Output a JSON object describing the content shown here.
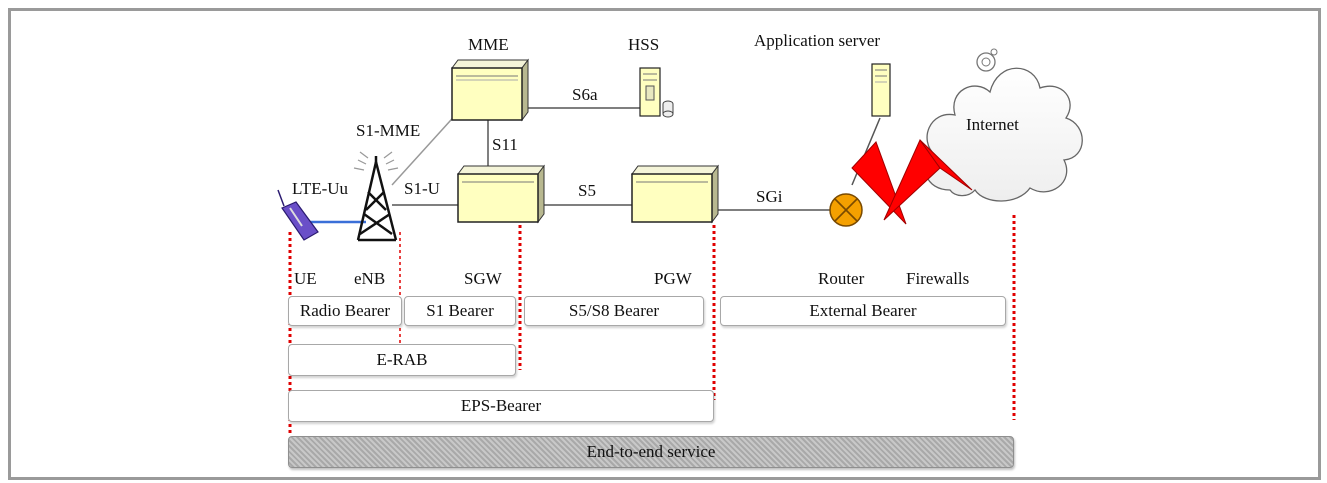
{
  "nodes": {
    "mme": "MME",
    "hss": "HSS",
    "app_server": "Application server",
    "internet": "Internet",
    "ue": "UE",
    "enb": "eNB",
    "sgw": "SGW",
    "pgw": "PGW",
    "router": "Router",
    "firewalls": "Firewalls"
  },
  "interfaces": {
    "s6a": "S6a",
    "s1_mme": "S1-MME",
    "s11": "S11",
    "lte_uu": "LTE-Uu",
    "s1_u": "S1-U",
    "s5": "S5",
    "sgi": "SGi"
  },
  "bearers": {
    "radio": "Radio Bearer",
    "s1": "S1 Bearer",
    "s5s8": "S5/S8 Bearer",
    "external": "External Bearer",
    "erab": "E-RAB",
    "eps": "EPS-Bearer",
    "e2e": "End-to-end service"
  },
  "colors": {
    "server_fill": "#ffffc0",
    "firewall": "#ff0000",
    "router": "#f5a000",
    "boundary": "#e00000",
    "ue_device": "#6a4fc8",
    "radio_link": "#3a6fd8"
  }
}
